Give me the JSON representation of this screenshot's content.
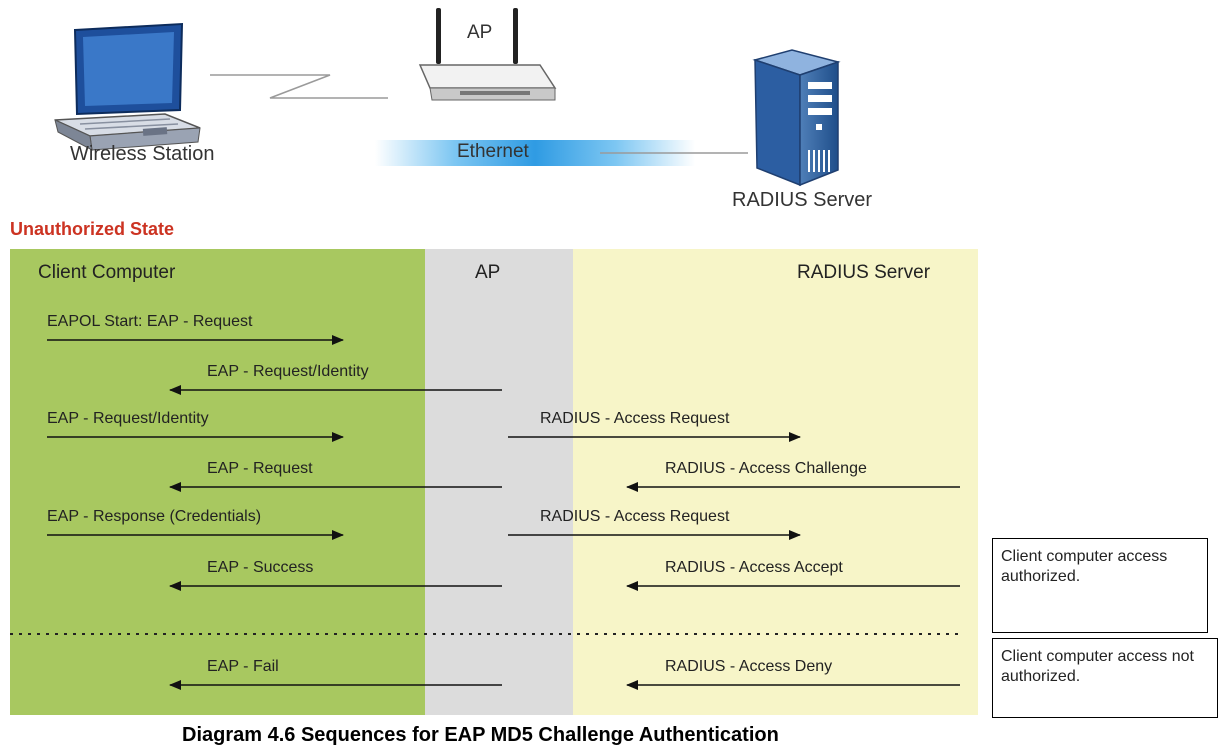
{
  "topology": {
    "station_label": "Wireless Station",
    "ap_label": "AP",
    "ethernet_label": "Ethernet",
    "server_label": "RADIUS Server"
  },
  "sequence": {
    "state_title": "Unauthorized State",
    "columns": {
      "client": "Client Computer",
      "ap": "AP",
      "server": "RADIUS Server"
    },
    "messages": {
      "m1": "EAPOL Start: EAP - Request",
      "m2": "EAP - Request/Identity",
      "m3": "EAP - Request/Identity",
      "m4": "RADIUS - Access Request",
      "m5": "EAP - Request",
      "m6": "RADIUS - Access Challenge",
      "m7": "EAP - Response (Credentials)",
      "m8": "RADIUS - Access Request",
      "m9": "EAP - Success",
      "m10": "RADIUS - Access Accept",
      "m11": "EAP - Fail",
      "m12": "RADIUS - Access Deny"
    },
    "notes": {
      "authorized": "Client computer access authorized.",
      "not_authorized": "Client computer access not authorized."
    }
  },
  "caption": "Diagram 4.6 Sequences for EAP MD5 Challenge Authentication",
  "colors": {
    "client_band": "#a8c860",
    "ap_band": "#dcdcdc",
    "server_band": "#f7f5c8",
    "title_red": "#cc3322",
    "ethernet_blue": "#4aaae6"
  }
}
